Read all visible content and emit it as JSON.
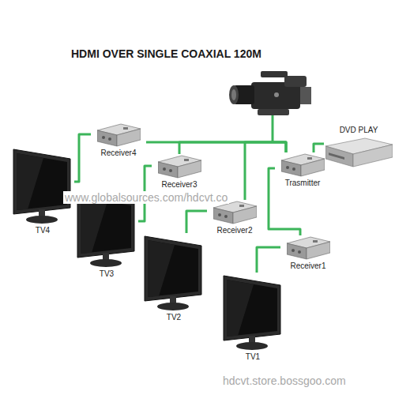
{
  "diagram": {
    "title": "HDMI OVER SINGLE COAXIAL 120M",
    "nodes": [
      {
        "text": [
          "Receiver4"
        ]
      },
      {
        "text": [
          "Receiver3"
        ]
      },
      {
        "text": [
          "DVD PLAY"
        ]
      },
      {
        "text": [
          "Trasmitter"
        ]
      },
      {
        "text": [
          "Receiver2"
        ]
      },
      {
        "text": [
          "Receiver1"
        ]
      },
      {
        "text": [
          "TV4"
        ]
      },
      {
        "text": [
          "TV3"
        ]
      },
      {
        "text": [
          "TV2"
        ]
      },
      {
        "text": [
          "TV1"
        ]
      }
    ],
    "edges": [
      {
        "from": 2,
        "to": 3,
        "arrow": "none"
      },
      {
        "from": 3,
        "to": 5,
        "arrow": "none"
      },
      {
        "from": 3,
        "to": 4,
        "arrow": "none"
      },
      {
        "from": 3,
        "to": 1,
        "arrow": "none"
      },
      {
        "from": 3,
        "to": 0,
        "arrow": "none"
      },
      {
        "from": 0,
        "to": 6,
        "arrow": "none"
      },
      {
        "from": 1,
        "to": 7,
        "arrow": "none"
      },
      {
        "from": 4,
        "to": 8,
        "arrow": "none"
      },
      {
        "from": 5,
        "to": 9,
        "arrow": "none"
      }
    ],
    "labels": [
      "www.globalsources.com/hdcvt.co",
      "hdcvt.store.bossgoo.com"
    ]
  }
}
